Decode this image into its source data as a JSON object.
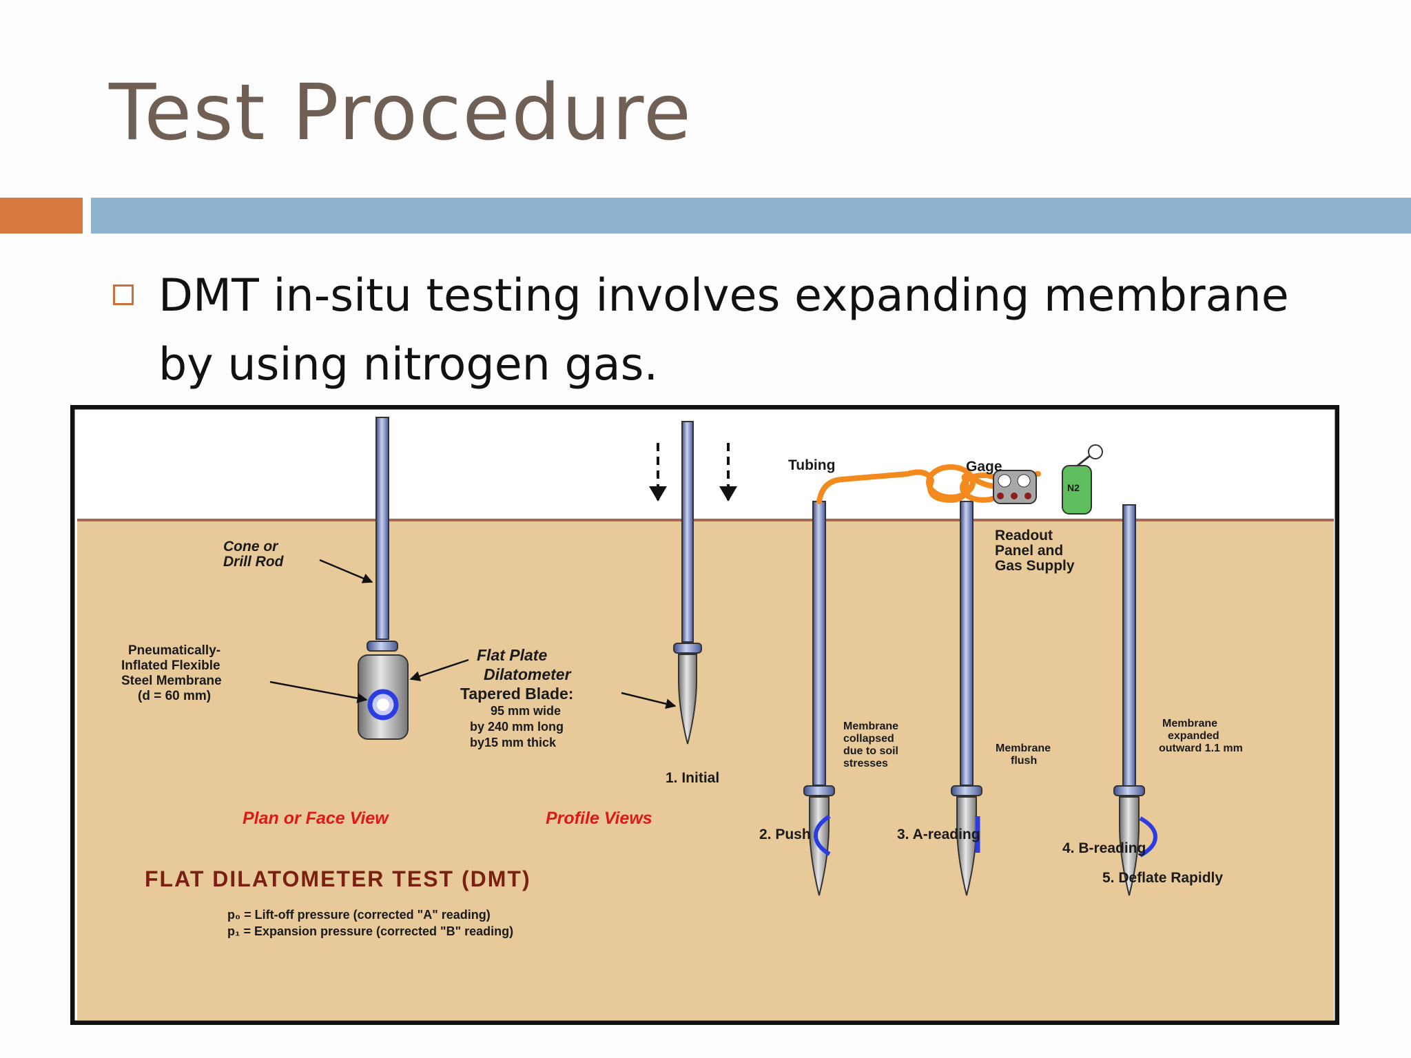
{
  "slide": {
    "title": "Test Procedure",
    "bullet": "DMT in-situ testing involves expanding membrane by using nitrogen gas."
  },
  "diagram": {
    "labels": {
      "cone_rod_1": "Cone or",
      "cone_rod_2": "Drill Rod",
      "membrane_1": "Pneumatically-",
      "membrane_2": "Inflated Flexible",
      "membrane_3": "Steel Membrane",
      "membrane_4": "(d = 60 mm)",
      "blade_1": "Flat Plate",
      "blade_2": "Dilatometer",
      "blade_3": "Tapered Blade:",
      "blade_4": "95 mm wide",
      "blade_5": "by 240 mm long",
      "blade_6": "by15 mm thick",
      "tubing": "Tubing",
      "gage": "Gage",
      "n2": "N2",
      "readout_1": "Readout",
      "readout_2": "Panel and",
      "readout_3": "Gas Supply",
      "collapsed_1": "Membrane",
      "collapsed_2": "collapsed",
      "collapsed_3": "due to soil",
      "collapsed_4": "stresses",
      "flush_1": "Membrane",
      "flush_2": "flush",
      "expanded_1": "Membrane",
      "expanded_2": "expanded",
      "expanded_3": "outward 1.1 mm",
      "plan_view": "Plan or Face View",
      "profile_views": "Profile Views",
      "main_title": "FLAT DILATOMETER TEST (DMT)",
      "p0_def": "p₀ = Lift-off pressure (corrected \"A\" reading)",
      "p1_def": "p₁ = Expansion pressure (corrected \"B\" reading)"
    },
    "steps": {
      "s1": "1. Initial",
      "s2": "2. Push",
      "s3": "3. A-reading",
      "s4": "4. B-reading",
      "s5": "5. Deflate Rapidly"
    },
    "colors": {
      "soil": "#e7c99a",
      "rod": "#7c8bc4",
      "tubing": "#f28a1d",
      "membrane_blue": "#2b3de0",
      "ground_line": "#a46a4c",
      "label_red": "#e01818"
    }
  }
}
